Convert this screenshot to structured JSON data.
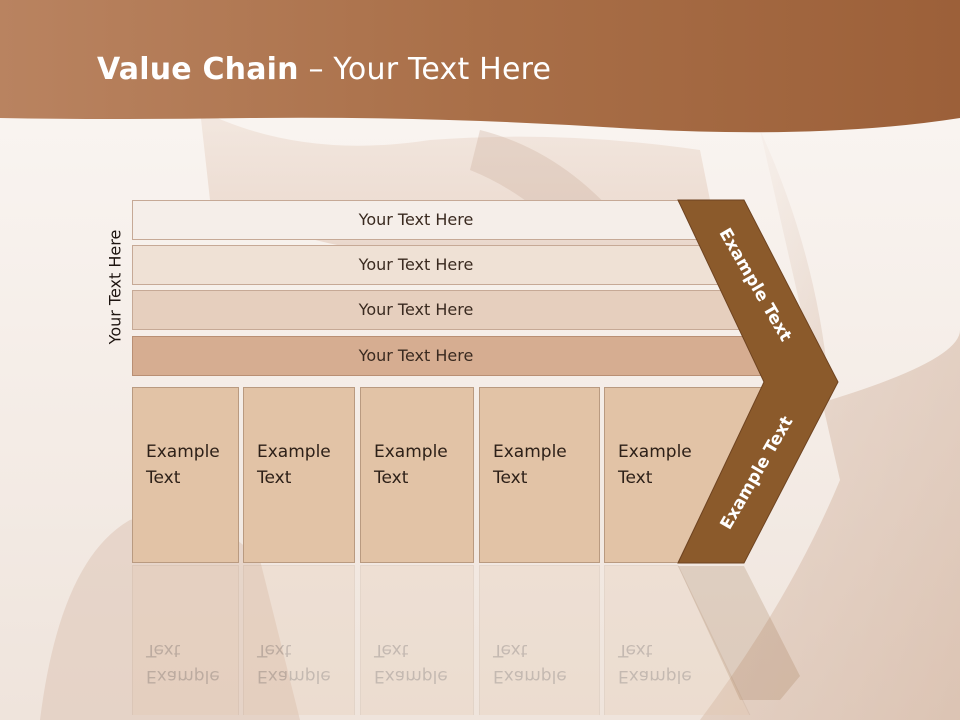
{
  "slide": {
    "title_bold": "Value Chain",
    "title_rest": " – Your Text Here",
    "side_label": "Your Text Here",
    "rows": [
      {
        "label": "Your Text Here",
        "fill": "#f5eee9"
      },
      {
        "label": "Your Text Here",
        "fill": "#efe1d5"
      },
      {
        "label": "Your Text Here",
        "fill": "#e6cfbe"
      },
      {
        "label": "Your Text Here",
        "fill": "#d6ad91"
      }
    ],
    "columns": [
      {
        "label": "Example\nText"
      },
      {
        "label": "Example\nText"
      },
      {
        "label": "Example\nText"
      },
      {
        "label": "Example\nText"
      },
      {
        "label": "Example\nText"
      }
    ],
    "chevron": {
      "top_label": "Example Text",
      "bottom_label": "Example Text",
      "color": "#8b5a2b"
    }
  },
  "colors": {
    "header": "#a86f47",
    "column_fill": "#e2c3a6",
    "column_border": "#b99a80"
  }
}
